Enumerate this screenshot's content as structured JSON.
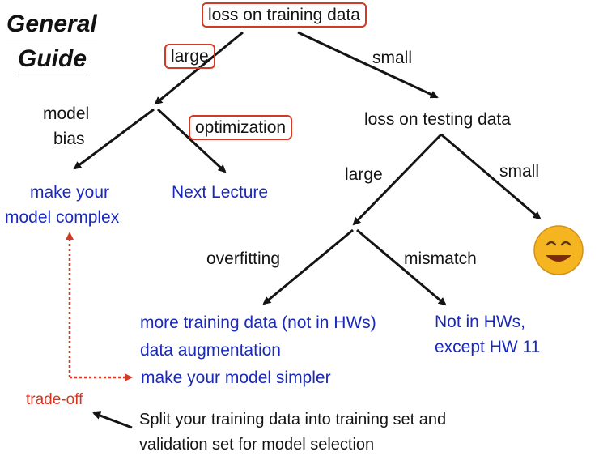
{
  "title": {
    "line1": "General",
    "line2": "Guide"
  },
  "nodes": {
    "root": "loss on training data",
    "large_top": "large",
    "small_top": "small",
    "model_bias_1": "model",
    "model_bias_2": "bias",
    "optimization": "optimization",
    "loss_testing": "loss on testing data",
    "large_test": "large",
    "small_test": "small",
    "overfitting": "overfitting",
    "mismatch": "mismatch"
  },
  "outcomes": {
    "make_complex_1": "make your",
    "make_complex_2": "model complex",
    "next_lecture": "Next Lecture",
    "more_data": "more training data (not in HWs)",
    "augmentation": "data augmentation",
    "simpler": "make your model simpler",
    "not_in_hw_1": "Not in HWs,",
    "not_in_hw_2": "except HW 11",
    "smiley": "😊"
  },
  "tradeoff": "trade-off",
  "note": {
    "line1": "Split your training data into training set and",
    "line2": "validation set for model selection"
  },
  "colors": {
    "text": "#141414",
    "blue": "#1a29b8",
    "red": "#d33a26",
    "smiley_face": "#f5b520"
  }
}
